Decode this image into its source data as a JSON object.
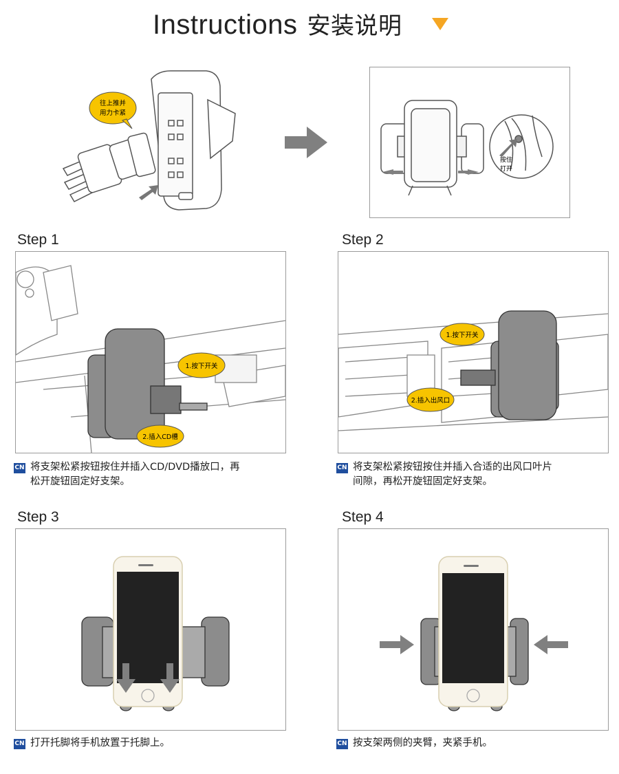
{
  "header": {
    "title_en": "Instructions",
    "title_cn": "安装说明"
  },
  "top": {
    "bubble_push": [
      "往上推并",
      "用力卡紧"
    ],
    "press_label": [
      "按住",
      "打开"
    ]
  },
  "steps": [
    {
      "title": "Step 1",
      "callouts": [
        "1.按下开关",
        "2.插入CD槽"
      ],
      "badge": "CN",
      "caption_lines": [
        "将支架松紧按钮按住并插入CD/DVD播放口，再",
        "松开旋钮固定好支架。"
      ]
    },
    {
      "title": "Step 2",
      "callouts": [
        "1.按下开关",
        "2.插入出风口"
      ],
      "badge": "CN",
      "caption_lines": [
        "将支架松紧按钮按住并插入合适的出风口叶片",
        "间隙，再松开旋钮固定好支架。"
      ]
    },
    {
      "title": "Step 3",
      "badge": "CN",
      "caption_lines": [
        "打开托脚将手机放置于托脚上。"
      ]
    },
    {
      "title": "Step 4",
      "badge": "CN",
      "caption_lines": [
        "按支架两侧的夹臂，夹紧手机。"
      ]
    }
  ],
  "colors": {
    "accent_triangle": "#f5a623",
    "bubble_yellow": "#f7c400",
    "badge_blue": "#1f4e9e",
    "arrow_gray": "#808080"
  }
}
